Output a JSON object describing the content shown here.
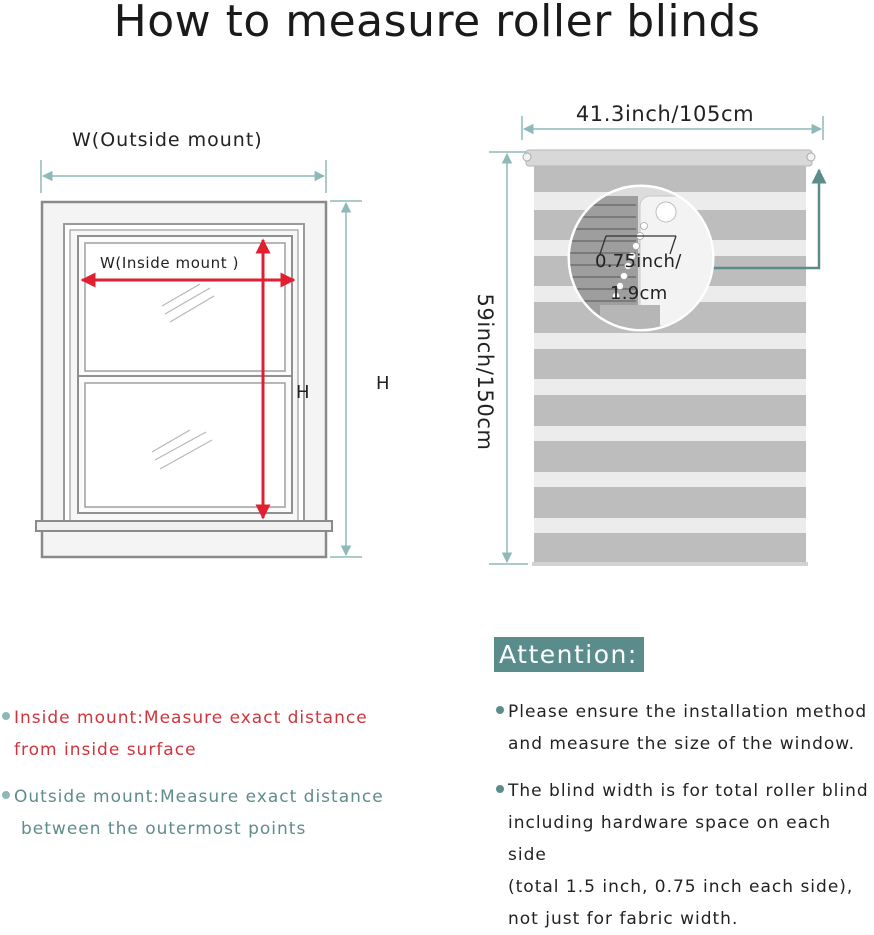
{
  "title": "How to measure roller blinds",
  "window_diagram": {
    "outside_width_label": "W(Outside mount)",
    "inside_width_label": "W(Inside mount )",
    "inside_height_label": "H",
    "outside_height_label": "H"
  },
  "blind_diagram": {
    "width_label": "41.3inch/105cm",
    "height_label": "59inch/150cm",
    "detail_label_line1": "0.75inch/",
    "detail_label_line2": "1.9cm"
  },
  "attention": {
    "heading": "Attention:",
    "notes": [
      {
        "lines": [
          "Please ensure the installation method",
          "and measure the size of the window."
        ]
      },
      {
        "lines": [
          "The blind width is for total roller blind",
          "including hardware space on each side",
          "(total 1.5 inch, 0.75 inch each side),",
          "not just for fabric width."
        ]
      }
    ]
  },
  "mount_notes": {
    "inside": {
      "lines": [
        "Inside mount:Measure exact distance",
        "from inside surface"
      ]
    },
    "outside": {
      "lines": [
        "Outside mount:Measure exact distance",
        "between the outermost points"
      ]
    }
  },
  "colors": {
    "accent_teal": "#5a8c8c",
    "measure_line": "#8fb8b8",
    "inside_red": "#e02030",
    "inside_text_red": "#d0343c",
    "outside_text_teal": "#5f8c8c",
    "frame_gray": "#8a8a8a",
    "slat_gray": "#bdbdbd"
  }
}
